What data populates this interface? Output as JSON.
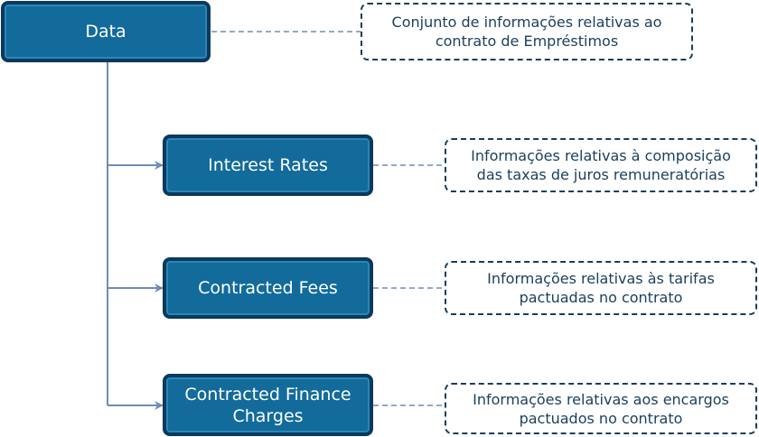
{
  "colors": {
    "node_fill": "#126b9b",
    "node_border": "#0b3a5c",
    "connector": "#6e8db8",
    "note_border": "#153e5e",
    "note_text": "#1a3f5c"
  },
  "root": {
    "label": "Data",
    "note": "Conjunto de informações relativas ao\ncontrato de Empréstimos"
  },
  "children": [
    {
      "label": "Interest Rates",
      "note": "Informações relativas à composição\ndas taxas de juros remuneratórias"
    },
    {
      "label": "Contracted Fees",
      "note": "Informações relativas às tarifas\npactuadas no contrato"
    },
    {
      "label": "Contracted Finance\nCharges",
      "note": "Informações relativas aos encargos\npactuados no contrato"
    }
  ]
}
